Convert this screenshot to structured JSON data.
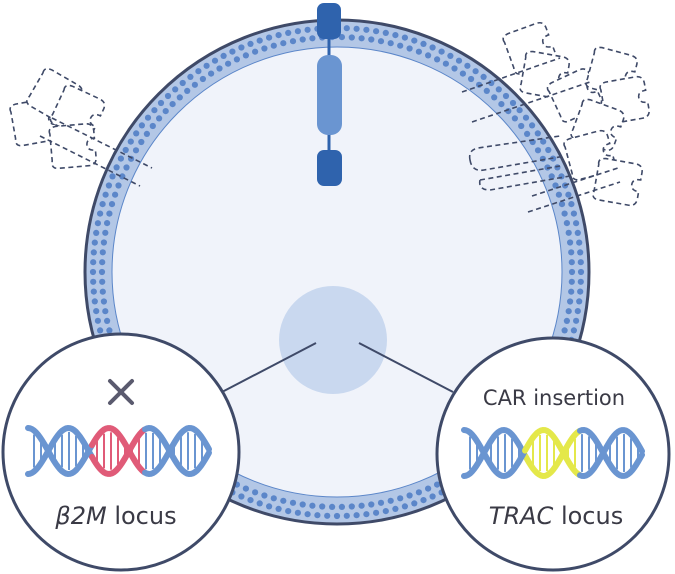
{
  "colors": {
    "membrane": "#b3c7e6",
    "membrane_dots": "#5b86c9",
    "cell_fill": "#f0f3fa",
    "outline": "#3f4a68",
    "nucleus": "#c9d8ef",
    "receptor_dark": "#2f63ad",
    "receptor_light": "#6a95d1",
    "dna_blue": "#6a95d1",
    "dna_knockout": "#e05b78",
    "dna_insert": "#e4e84a",
    "cross": "#5a5a6e",
    "dashed_outline": "#3f4a68"
  },
  "labels": {
    "left_locus_prefix": "β2M",
    "left_locus_suffix": " locus",
    "right_insertion": "CAR insertion",
    "right_locus_prefix": "TRAC",
    "right_locus_suffix": " locus"
  },
  "icons": {
    "knockout": "cross-icon"
  }
}
